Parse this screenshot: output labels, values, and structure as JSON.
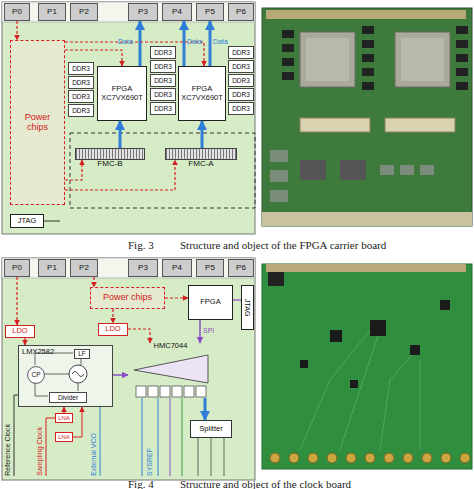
{
  "diagram": {
    "nodes": [
      {
        "text": [
          "P0"
        ]
      },
      {
        "text": [
          "P1"
        ]
      },
      {
        "text": [
          "P2"
        ]
      },
      {
        "text": [
          "P3"
        ]
      },
      {
        "text": [
          "P4"
        ]
      },
      {
        "text": [
          "P5"
        ]
      },
      {
        "text": [
          "P6"
        ]
      },
      {
        "text": [
          "Power chips"
        ]
      },
      {
        "text": [
          "DDR3"
        ]
      },
      {
        "text": [
          "DDR3"
        ]
      },
      {
        "text": [
          "DDR3"
        ]
      },
      {
        "text": [
          "DDR3"
        ]
      },
      {
        "text": [
          "FPGA XC7VX690T"
        ]
      },
      {
        "text": [
          "DDR3"
        ]
      },
      {
        "text": [
          "DDR3"
        ]
      },
      {
        "text": [
          "DDR3"
        ]
      },
      {
        "text": [
          "DDR3"
        ]
      },
      {
        "text": [
          "DDR3"
        ]
      },
      {
        "text": [
          "FPGA XC7VX690T"
        ]
      },
      {
        "text": [
          "DDR3"
        ]
      },
      {
        "text": [
          "DDR3"
        ]
      },
      {
        "text": [
          "DDR3"
        ]
      },
      {
        "text": [
          "DDR3"
        ]
      },
      {
        "text": [
          "DDR3"
        ]
      },
      {
        "text": [
          "FMC-B"
        ]
      },
      {
        "text": [
          "FMC-A"
        ]
      },
      {
        "text": [
          "JTAG"
        ]
      },
      {
        "text": [
          "P0"
        ]
      },
      {
        "text": [
          "P1"
        ]
      },
      {
        "text": [
          "P2"
        ]
      },
      {
        "text": [
          "P3"
        ]
      },
      {
        "text": [
          "P4"
        ]
      },
      {
        "text": [
          "P5"
        ]
      },
      {
        "text": [
          "P6"
        ]
      },
      {
        "text": [
          "Power chips"
        ]
      },
      {
        "text": [
          "FPGA"
        ]
      },
      {
        "text": [
          "JTAG"
        ]
      },
      {
        "text": [
          "LDO"
        ]
      },
      {
        "text": [
          "LDO"
        ]
      },
      {
        "text": [
          "LMX2582"
        ]
      },
      {
        "text": [
          "LF"
        ],
        "in": 39
      },
      {
        "text": [
          "CP"
        ],
        "in": 39
      },
      {
        "text": [
          "Divider"
        ],
        "in": 39
      },
      {
        "text": [
          "HMC7044"
        ]
      },
      {
        "text": [
          "LNA"
        ]
      },
      {
        "text": [
          "LNA"
        ]
      },
      {
        "text": [
          "Splitter"
        ]
      }
    ],
    "edges": [
      {
        "from": 12,
        "to": 3,
        "label": "Data",
        "arrow": "to"
      },
      {
        "from": 18,
        "to": 4,
        "label": "Data",
        "arrow": "to"
      },
      {
        "from": 18,
        "to": 5,
        "label": "Data",
        "arrow": "to"
      },
      {
        "from": 24,
        "to": 12,
        "arrow": "to"
      },
      {
        "from": 25,
        "to": 18,
        "arrow": "to"
      },
      {
        "from": 0,
        "to": 7,
        "arrow": "to"
      },
      {
        "from": 7,
        "to": 12,
        "arrow": "to"
      },
      {
        "from": 7,
        "to": 18,
        "arrow": "to"
      },
      {
        "from": 7,
        "to": 24,
        "arrow": "to"
      },
      {
        "from": 7,
        "to": 25,
        "arrow": "to"
      },
      {
        "from": 27,
        "to": 37,
        "arrow": "to"
      },
      {
        "from": 29,
        "to": 34,
        "arrow": "to"
      },
      {
        "from": 34,
        "to": 35,
        "arrow": "to"
      },
      {
        "from": 34,
        "to": 38,
        "arrow": "to"
      },
      {
        "from": 37,
        "to": 39,
        "arrow": "to"
      },
      {
        "from": 38,
        "to": 43,
        "arrow": "to"
      },
      {
        "from": 35,
        "to": 43,
        "label": "SPI",
        "arrow": "to"
      },
      {
        "from": 39,
        "to": 43,
        "arrow": "to"
      },
      {
        "from": 44,
        "to": 39,
        "arrow": "to"
      },
      {
        "from": 45,
        "to": 39,
        "arrow": "to"
      },
      {
        "from": 43,
        "to": 46,
        "arrow": "to"
      }
    ],
    "labels": [
      "Reference Clock",
      "Sampling Clock",
      "External VCO",
      "SYSREF",
      "Fig. 3",
      "Structure and object of the FPGA carrier board",
      "Fig. 4",
      "Structure and object of the clock board"
    ]
  }
}
